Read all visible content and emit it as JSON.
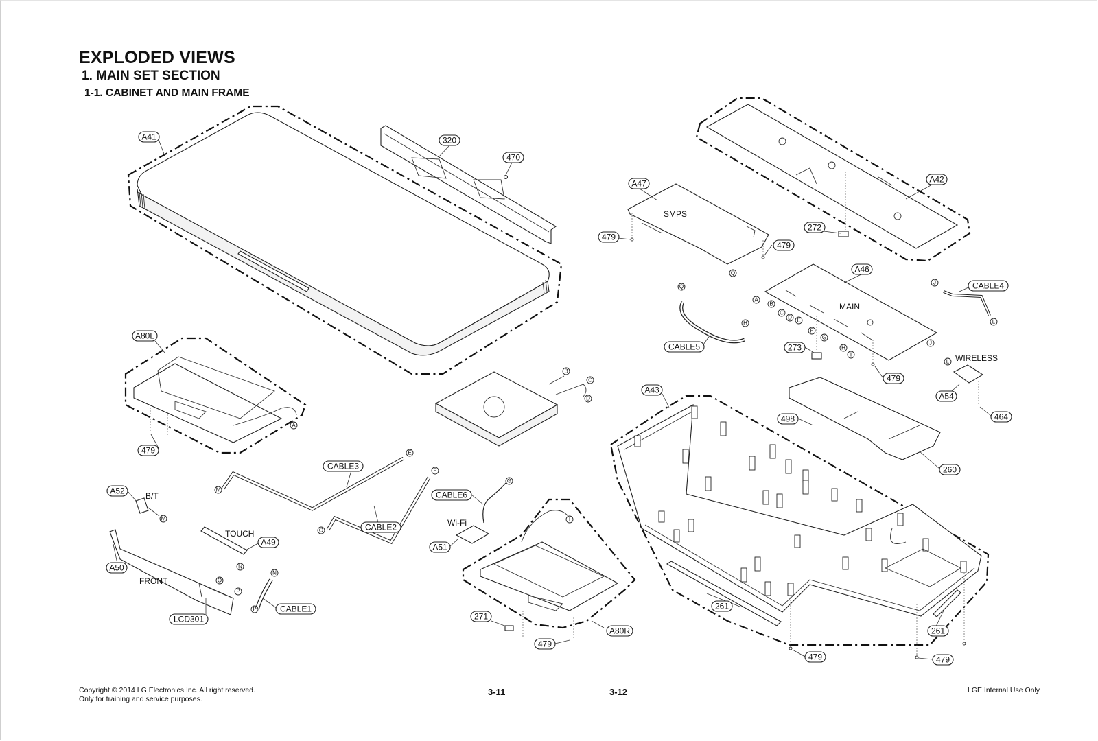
{
  "header": {
    "title": "EXPLODED VIEWS",
    "section": "1. MAIN SET SECTION",
    "subsection": "1-1. CABINET AND MAIN FRAME"
  },
  "callouts": {
    "A41": "A41",
    "320": "320",
    "470": "470",
    "A47": "A47",
    "A42": "A42",
    "479_smps_left": "479",
    "479_smps_right": "479",
    "272": "272",
    "A46": "A46",
    "CABLE4": "CABLE4",
    "CABLE5": "CABLE5",
    "273": "273",
    "479_main": "479",
    "A80L": "A80L",
    "479_a80l": "479",
    "A43": "A43",
    "498": "498",
    "260": "260",
    "A54": "A54",
    "464": "464",
    "CABLE3": "CABLE3",
    "CABLE2": "CABLE2",
    "CABLE6": "CABLE6",
    "A52": "A52",
    "A49": "A49",
    "A50": "A50",
    "A51": "A51",
    "CABLE1": "CABLE1",
    "LCD301": "LCD301",
    "271": "271",
    "479_a80r": "479",
    "A80R": "A80R",
    "261_left": "261",
    "261_right": "261",
    "479_bottom_mid": "479",
    "479_bottom_right": "479"
  },
  "labels": {
    "smps": "SMPS",
    "main": "MAIN",
    "wireless": "WIRELESS",
    "bt": "B/T",
    "touch": "TOUCH",
    "front": "FRONT",
    "wifi": "Wi-Fi"
  },
  "connectors": {
    "A": "A",
    "B": "B",
    "C": "C",
    "D": "D",
    "E": "E",
    "F": "F",
    "G": "G",
    "H": "H",
    "I": "I",
    "J": "J",
    "L": "L",
    "M": "M",
    "N": "N",
    "O": "O",
    "P": "P",
    "Q": "Q"
  },
  "footer": {
    "copyright_line1": "Copyright © 2014 LG Electronics Inc. All right reserved.",
    "copyright_line2": "Only for training and service purposes.",
    "page_left": "3-11",
    "page_right": "3-12",
    "internal": "LGE Internal Use Only"
  }
}
